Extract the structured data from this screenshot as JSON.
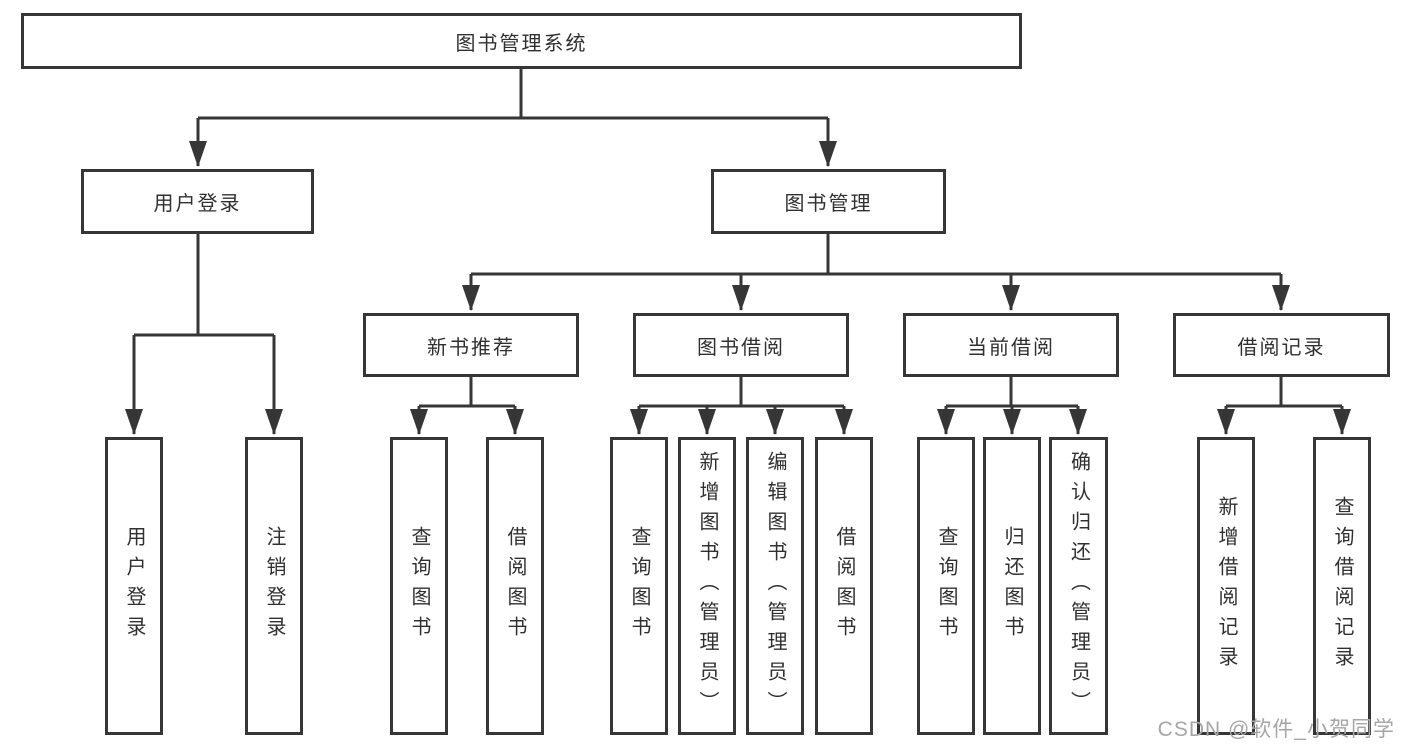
{
  "diagram": {
    "root": {
      "label": "图书管理系统"
    },
    "branches": [
      {
        "label": "用户登录",
        "children": [
          {
            "label": "用户登录"
          },
          {
            "label": "注销登录"
          }
        ]
      },
      {
        "label": "图书管理",
        "children": [
          {
            "label": "新书推荐",
            "children": [
              {
                "label": "查询图书"
              },
              {
                "label": "借阅图书"
              }
            ]
          },
          {
            "label": "图书借阅",
            "children": [
              {
                "label": "查询图书"
              },
              {
                "label": "新增图书（管理员）"
              },
              {
                "label": "编辑图书（管理员）"
              },
              {
                "label": "借阅图书"
              }
            ]
          },
          {
            "label": "当前借阅",
            "children": [
              {
                "label": "查询图书"
              },
              {
                "label": "归还图书"
              },
              {
                "label": "确认归还（管理员）"
              }
            ]
          },
          {
            "label": "借阅记录",
            "children": [
              {
                "label": "新增借阅记录"
              },
              {
                "label": "查询借阅记录"
              }
            ]
          }
        ]
      }
    ]
  },
  "watermark": {
    "text": "CSDN @软件_小贺同学"
  },
  "colors": {
    "line": "#363636",
    "box_border": "#363636",
    "box_background": "#ffffff",
    "text": "#303030",
    "watermark": "#a6a6a6",
    "page_background": "#ffffff"
  }
}
